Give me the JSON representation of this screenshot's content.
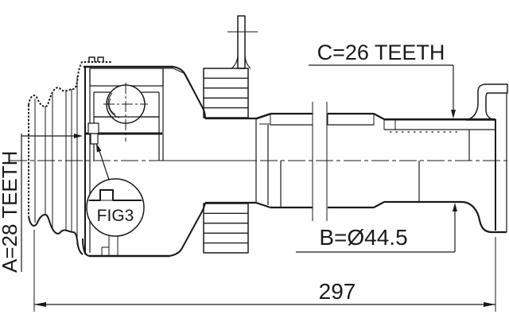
{
  "title": "CV joint technical drawing",
  "drawing": {
    "background": "#ffffff",
    "line_color": "#1a1a1a",
    "labels": {
      "spline_c": "C=26 TEETH",
      "spline_a": "A=28 TEETH",
      "diameter_b": "B=Ø44.5",
      "overall_length": "297",
      "figure_ref": "FIG3"
    }
  }
}
